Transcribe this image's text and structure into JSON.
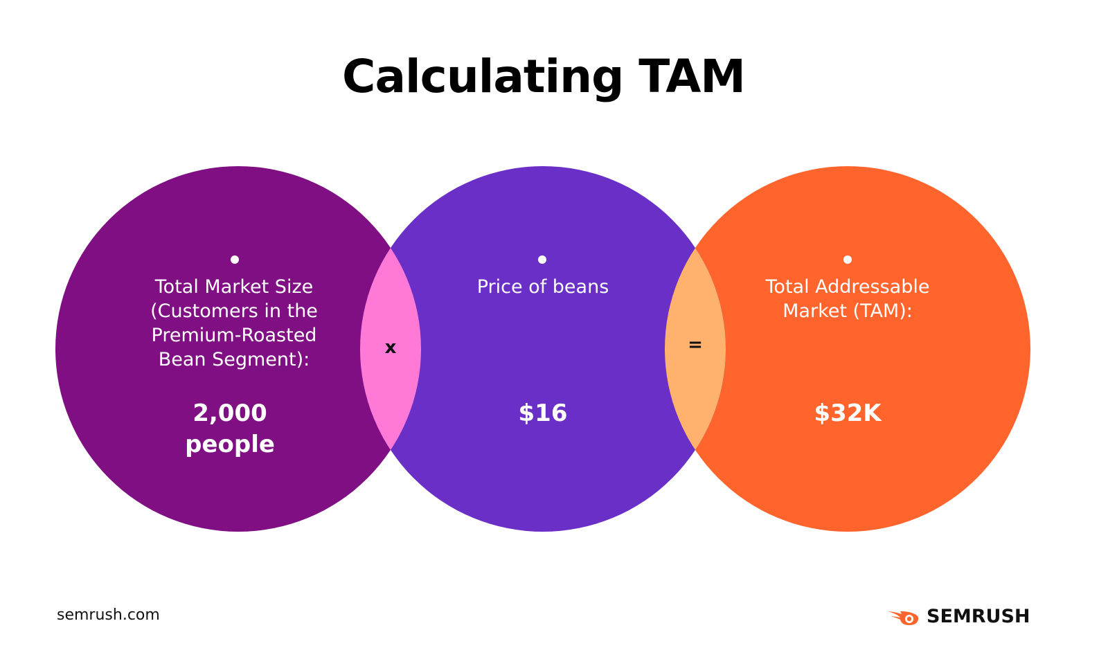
{
  "title": "Calculating TAM",
  "colors": {
    "left_circle": "#800F83",
    "middle_circle": "#6A2FC6",
    "right_circle": "#FF642D",
    "overlap_left": "#FF7AD6",
    "overlap_right": "#FFB26E",
    "text_dark": "#111111",
    "brand_orange": "#FF642D"
  },
  "circles": [
    {
      "label": "Total Market Size (Customers in the Premium-Roasted Bean Segment):",
      "value": "2,000 people"
    },
    {
      "label": "Price of beans",
      "value": "$16"
    },
    {
      "label": "Total Addressable Market (TAM):",
      "value": "$32K"
    }
  ],
  "operators": [
    "x",
    "="
  ],
  "footer": {
    "site": "semrush.com",
    "brand": "SEMRUSH",
    "brand_icon": "semrush-flame-icon"
  }
}
